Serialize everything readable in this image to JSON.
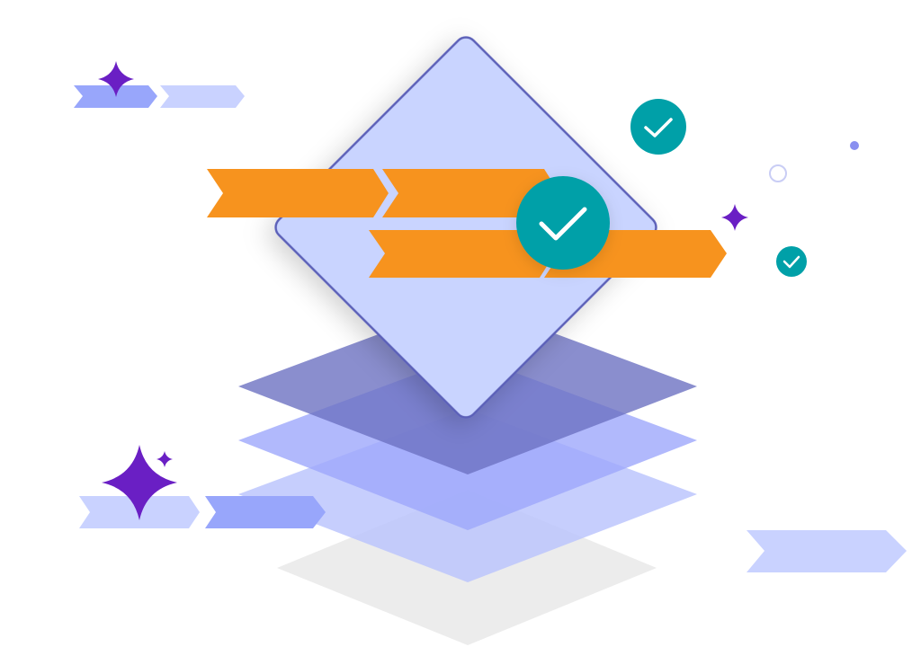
{
  "illustration": {
    "icons": [
      "diamond-card",
      "layer-stack",
      "orange-arrow",
      "check-circle-icon",
      "sparkle-icon",
      "chevron-arrow"
    ],
    "colors": {
      "card_fill": "#c9d4ff",
      "card_stroke": "#5b60b8",
      "layer_dark": "#6d72c2",
      "layer_mid": "#9ea7fb",
      "layer_light": "#bcc6fd",
      "shadow": "#ececec",
      "orange": "#f7931e",
      "teal": "#00a0a8",
      "purple": "#6a1fc4",
      "chevron_dark": "#98a6fb",
      "chevron_light": "#c9d2ff",
      "dot": "#8a90f0",
      "ring": "#c9cdf5"
    }
  }
}
